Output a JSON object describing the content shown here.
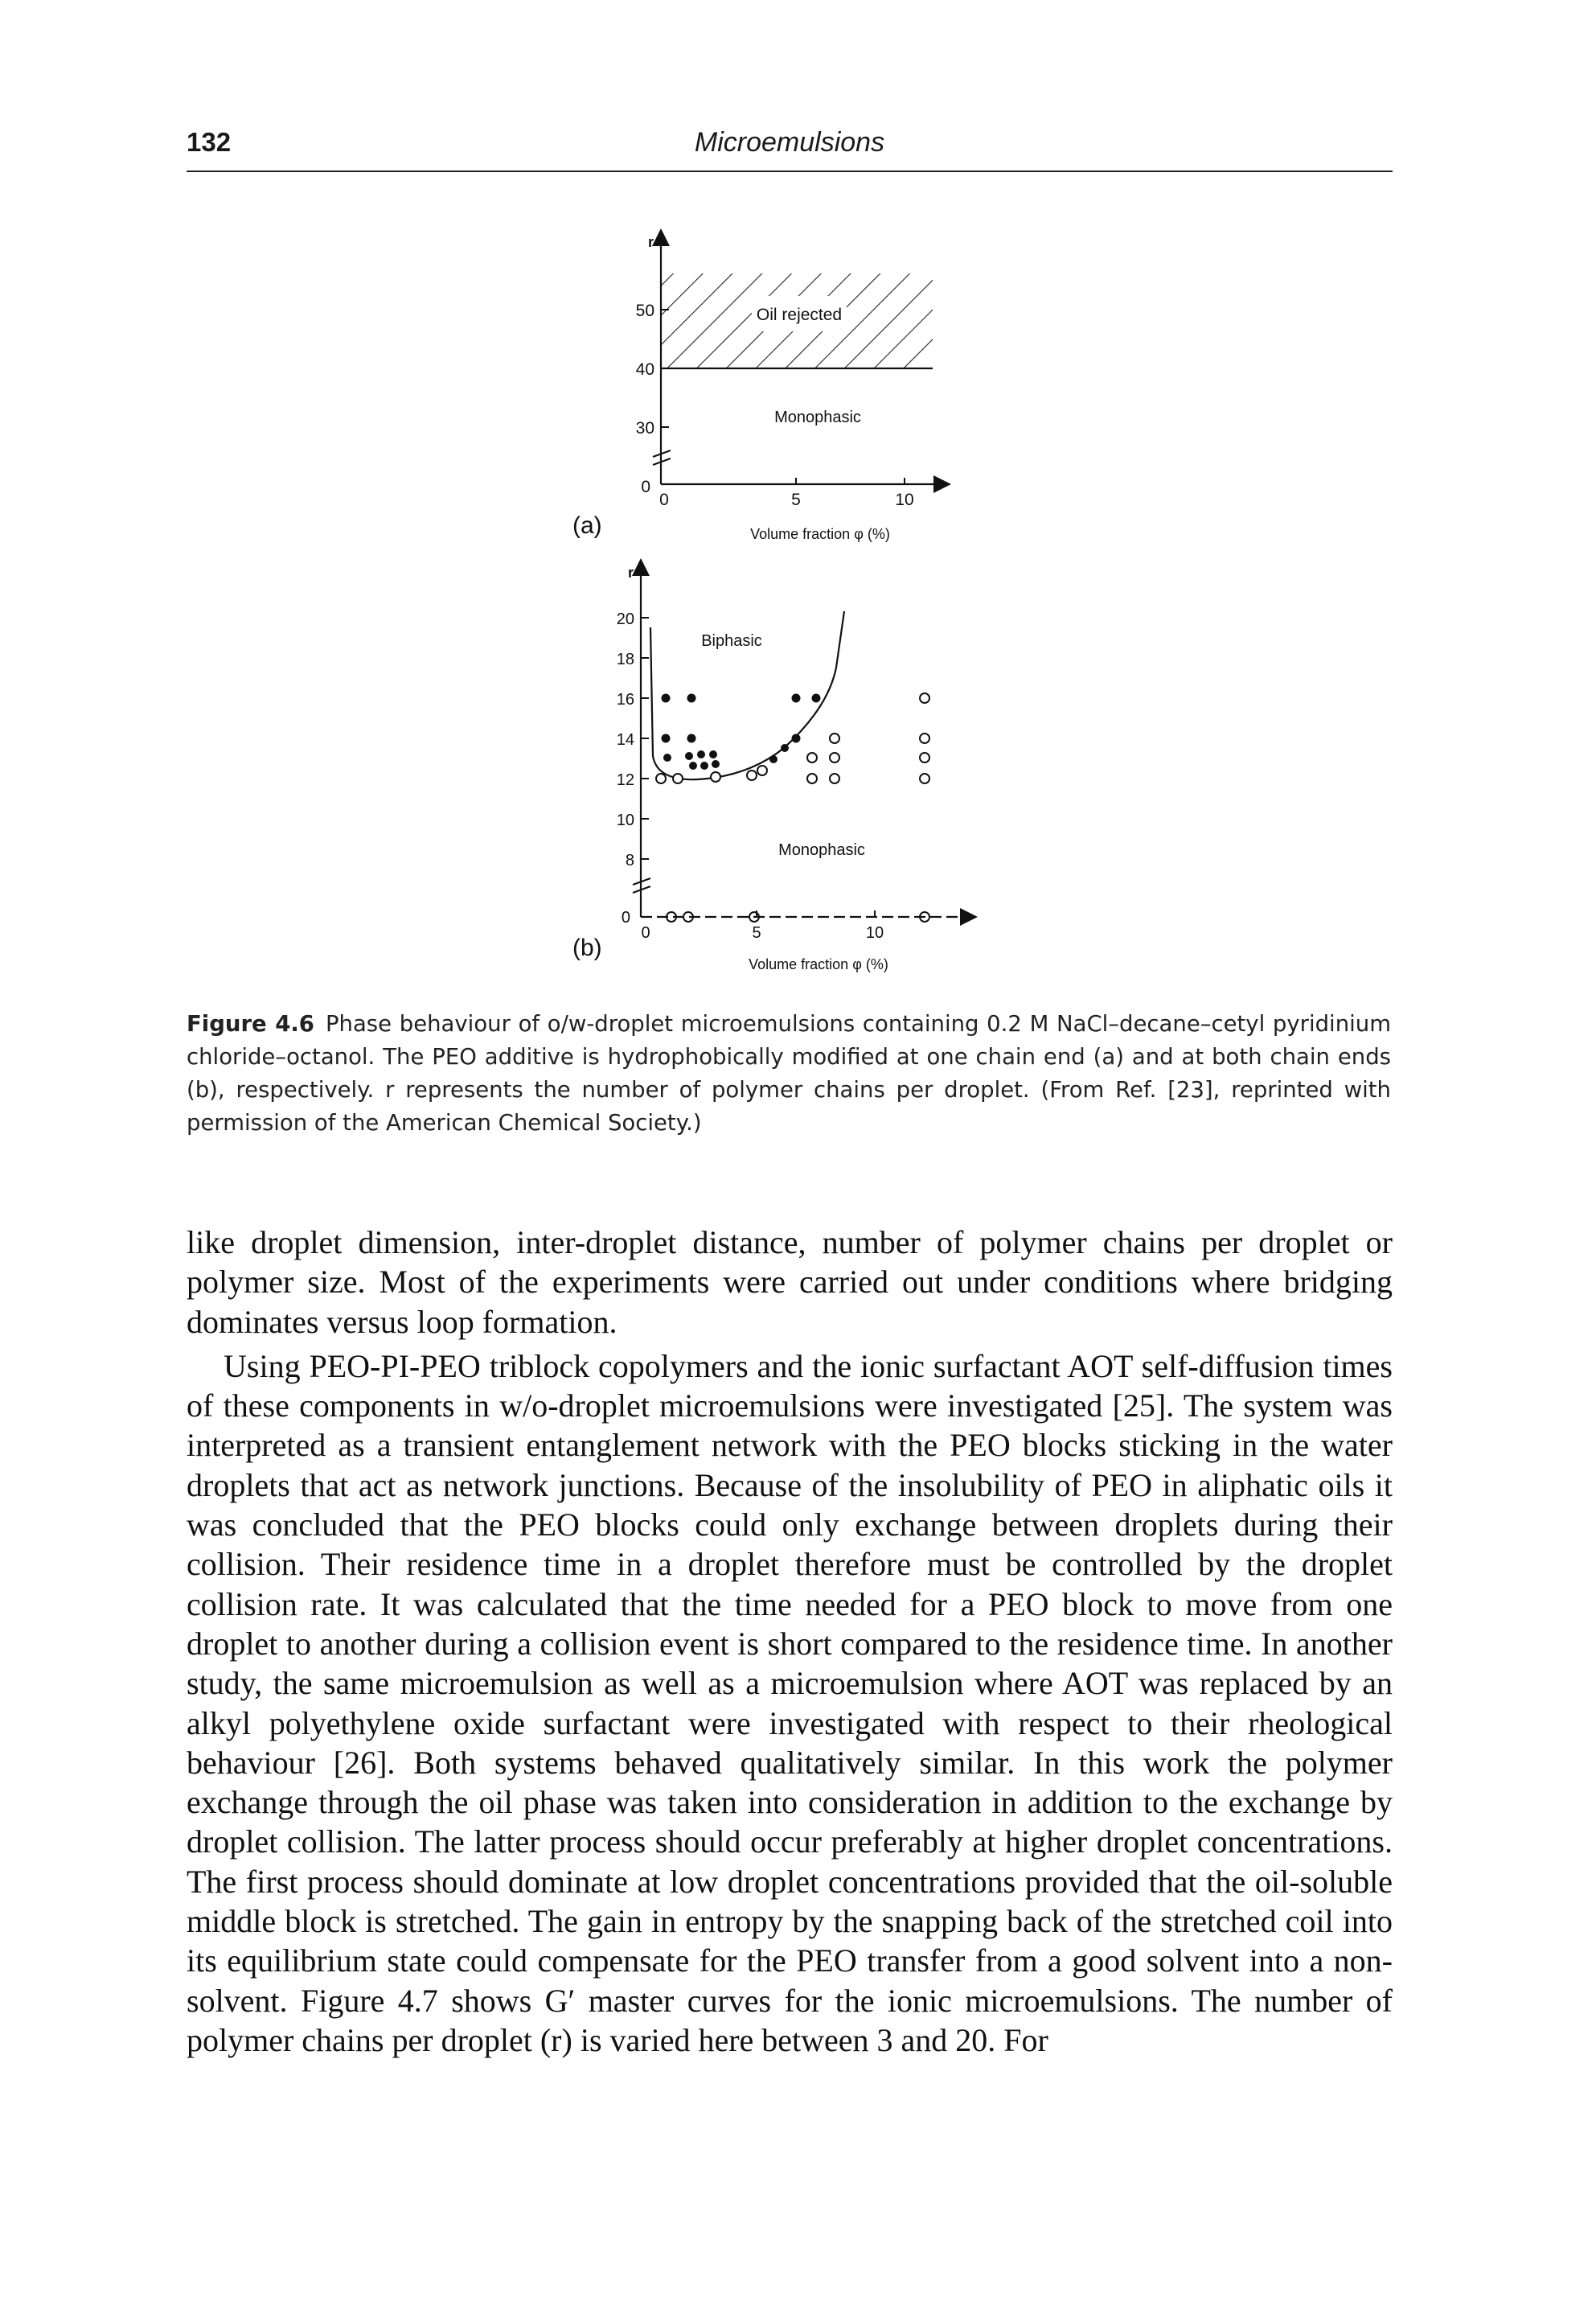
{
  "header": {
    "page_number": "132",
    "running_title": "Microemulsions"
  },
  "figure": {
    "panel_a": {
      "label": "(a)",
      "y_axis_label": "r",
      "x_axis_label": "Volume fraction φ (%)",
      "y_ticks": [
        "0",
        "30",
        "40",
        "50"
      ],
      "x_ticks": [
        "0",
        "5",
        "10"
      ],
      "region_labels": {
        "oil_rejected": "Oil rejected",
        "monophasic": "Monophasic"
      }
    },
    "panel_b": {
      "label": "(b)",
      "y_axis_label": "r",
      "x_axis_label": "Volume fraction φ (%)",
      "y_ticks": [
        "0",
        "8",
        "10",
        "12",
        "14",
        "16",
        "18",
        "20"
      ],
      "x_ticks": [
        "0",
        "5",
        "10"
      ],
      "region_labels": {
        "biphasic": "Biphasic",
        "monophasic": "Monophasic"
      }
    }
  },
  "caption": {
    "label": "Figure 4.6",
    "text": "Phase behaviour of o/w-droplet microemulsions containing 0.2 M NaCl–decane–cetyl pyridinium chloride–octanol. The PEO additive is hydrophobically modified at one chain end (a) and at both chain ends (b), respectively. r represents the number of polymer chains per droplet. (From Ref. [23], reprinted with permission of the American Chemical Society.)"
  },
  "body": {
    "paragraph_1": "like droplet dimension, inter-droplet distance, number of polymer chains per droplet or polymer size. Most of the experiments were carried out under conditions where bridging dominates versus loop formation.",
    "paragraph_2": "Using PEO-PI-PEO triblock copolymers and the ionic surfactant AOT self-diffusion times of these components in w/o-droplet microemulsions were investigated [25]. The system was interpreted as a transient entanglement network with the PEO blocks sticking in the water droplets that act as network junctions. Because of the insolubility of PEO in aliphatic oils it was concluded that the PEO blocks could only exchange between droplets during their collision. Their residence time in a droplet therefore must be controlled by the droplet collision rate. It was calculated that the time needed for a PEO block to move from one droplet to another during a collision event is short compared to the residence time. In another study, the same microemulsion as well as a microemulsion where AOT was replaced by an alkyl polyethylene oxide surfactant were investigated with respect to their rheological behaviour [26]. Both systems behaved qualitatively similar. In this work the polymer exchange through the oil phase was taken into consideration in addition to the exchange by droplet collision. The latter process should occur preferably at higher droplet concentrations. The first process should dominate at low droplet concentrations provided that the oil-soluble middle block is stretched. The gain in entropy by the snapping back of the stretched coil into its equilibrium state could compensate for the PEO transfer from a good solvent into a non-solvent. Figure 4.7 shows G′ master curves for the ionic microemulsions. The number of polymer chains per droplet (r) is varied here between 3 and 20. For"
  }
}
